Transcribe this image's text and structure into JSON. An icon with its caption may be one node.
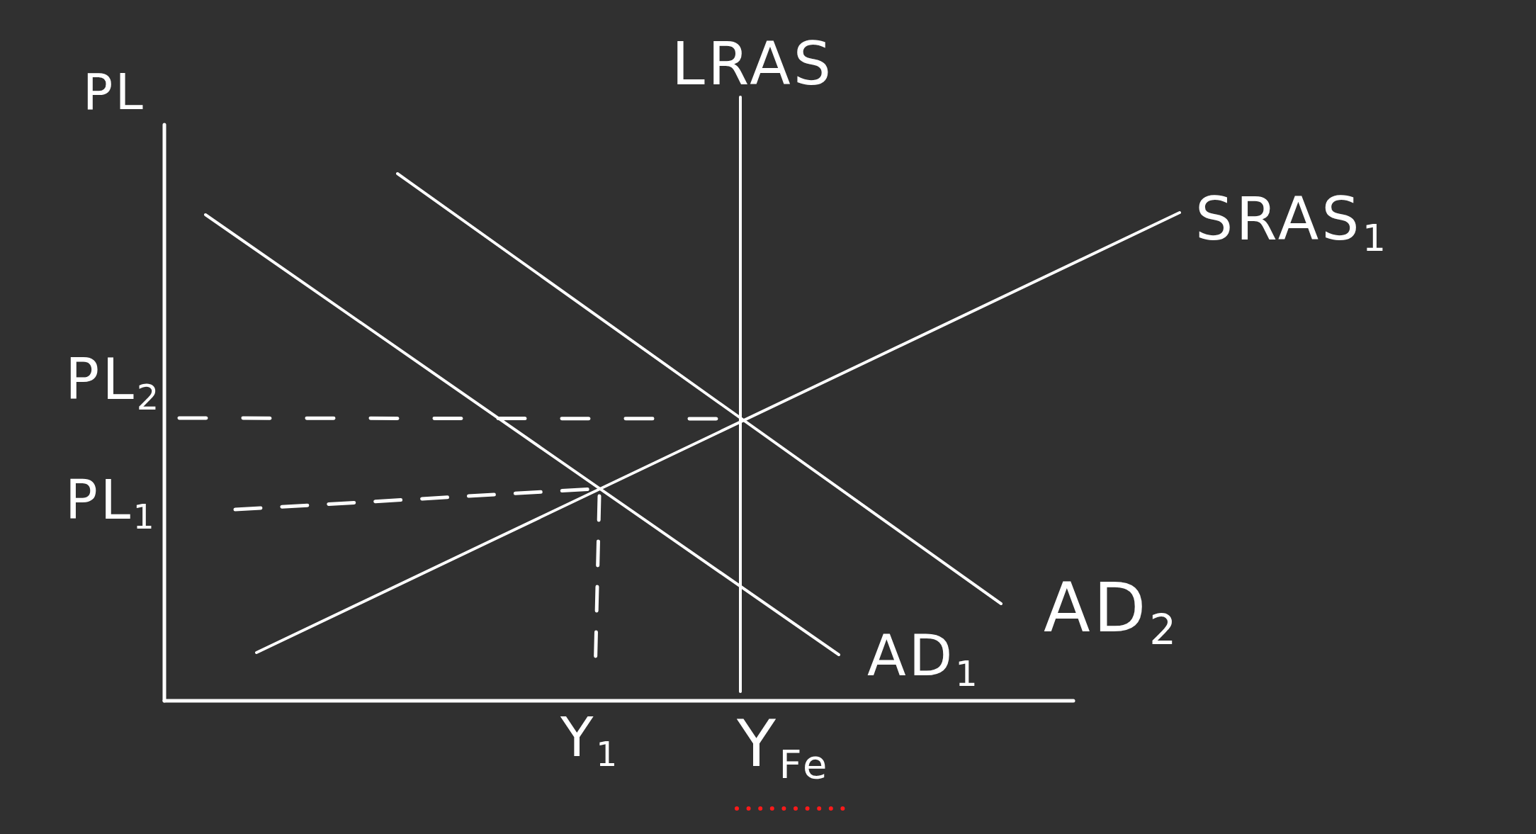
{
  "diagram": {
    "labels": [
      "LRAS",
      "PL",
      "SRAS$_{1}$",
      "PL$_{2}$",
      "PL$_{1}$",
      "AD$_{2}$",
      "AD$_{1}$",
      "Y$_{1}$",
      "Y$_{Fe}$"
    ]
  }
}
